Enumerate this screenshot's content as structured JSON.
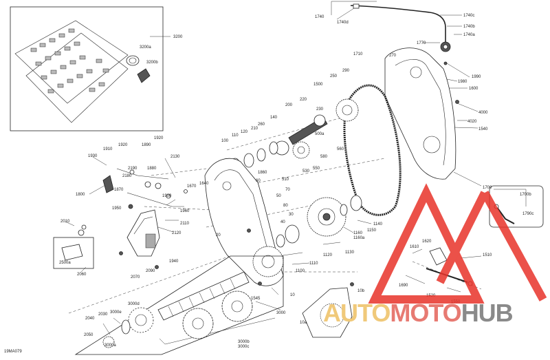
{
  "diagram": {
    "code": "19MA079",
    "callouts": [
      {
        "id": "c3200",
        "text": "3200"
      },
      {
        "id": "c3200a",
        "text": "3200a"
      },
      {
        "id": "c3200b",
        "text": "3200b"
      },
      {
        "id": "c1740",
        "text": "1740"
      },
      {
        "id": "c1740c",
        "text": "1740c"
      },
      {
        "id": "c1740d",
        "text": "1740d"
      },
      {
        "id": "c1740b",
        "text": "1740b"
      },
      {
        "id": "c1740a",
        "text": "1740a"
      },
      {
        "id": "c1770",
        "text": "1770"
      },
      {
        "id": "c1710",
        "text": "1710"
      },
      {
        "id": "c270",
        "text": "270"
      },
      {
        "id": "c1990",
        "text": "1990"
      },
      {
        "id": "c1980",
        "text": "1980"
      },
      {
        "id": "c1600",
        "text": "1600"
      },
      {
        "id": "c290",
        "text": "290"
      },
      {
        "id": "c250",
        "text": "250"
      },
      {
        "id": "c1500",
        "text": "1500"
      },
      {
        "id": "c4000",
        "text": "4000"
      },
      {
        "id": "c4020",
        "text": "4020"
      },
      {
        "id": "c1540",
        "text": "1540"
      },
      {
        "id": "c200",
        "text": "200"
      },
      {
        "id": "c220",
        "text": "220"
      },
      {
        "id": "c230",
        "text": "230"
      },
      {
        "id": "c140",
        "text": "140"
      },
      {
        "id": "c260",
        "text": "260"
      },
      {
        "id": "c210",
        "text": "210"
      },
      {
        "id": "c120",
        "text": "120"
      },
      {
        "id": "c110",
        "text": "110"
      },
      {
        "id": "c100",
        "text": "100"
      },
      {
        "id": "c500a",
        "text": "500a"
      },
      {
        "id": "c560",
        "text": "560"
      },
      {
        "id": "c580",
        "text": "580"
      },
      {
        "id": "c550",
        "text": "550"
      },
      {
        "id": "c530",
        "text": "530"
      },
      {
        "id": "c510",
        "text": "510"
      },
      {
        "id": "c70",
        "text": "70"
      },
      {
        "id": "c1860",
        "text": "1860"
      },
      {
        "id": "c50",
        "text": "50"
      },
      {
        "id": "c60",
        "text": "60"
      },
      {
        "id": "c80",
        "text": "80"
      },
      {
        "id": "c1700",
        "text": "1700"
      },
      {
        "id": "c1700b",
        "text": "1700b"
      },
      {
        "id": "c1790c",
        "text": "1790c"
      },
      {
        "id": "c1920",
        "text": "1920"
      },
      {
        "id": "c1890",
        "text": "1890"
      },
      {
        "id": "c1920b",
        "text": "1920"
      },
      {
        "id": "c1910",
        "text": "1910"
      },
      {
        "id": "c1930",
        "text": "1930"
      },
      {
        "id": "c2130",
        "text": "2130"
      },
      {
        "id": "c2190",
        "text": "2190"
      },
      {
        "id": "c1880",
        "text": "1880"
      },
      {
        "id": "c2180",
        "text": "2180"
      },
      {
        "id": "c1870",
        "text": "1870"
      },
      {
        "id": "c1800",
        "text": "1800"
      },
      {
        "id": "c1670",
        "text": "1670"
      },
      {
        "id": "c1640",
        "text": "1640"
      },
      {
        "id": "c1900",
        "text": "1900"
      },
      {
        "id": "c1950",
        "text": "1950"
      },
      {
        "id": "c1960",
        "text": "1960"
      },
      {
        "id": "c2110",
        "text": "2110"
      },
      {
        "id": "c2120",
        "text": "2120"
      },
      {
        "id": "c2010",
        "text": "2010"
      },
      {
        "id": "c2500a",
        "text": "2500a"
      },
      {
        "id": "c2060",
        "text": "2060"
      },
      {
        "id": "c2090",
        "text": "2090"
      },
      {
        "id": "c1940",
        "text": "1940"
      },
      {
        "id": "c2070",
        "text": "2070"
      },
      {
        "id": "c20",
        "text": "20"
      },
      {
        "id": "c30",
        "text": "30"
      },
      {
        "id": "c40",
        "text": "40"
      },
      {
        "id": "c1100",
        "text": "1100"
      },
      {
        "id": "c1110",
        "text": "1110"
      },
      {
        "id": "c1120",
        "text": "1120"
      },
      {
        "id": "c1130",
        "text": "1130"
      },
      {
        "id": "c1160",
        "text": "1160"
      },
      {
        "id": "c1160a",
        "text": "1160a"
      },
      {
        "id": "c1150",
        "text": "1150"
      },
      {
        "id": "c1140",
        "text": "1140"
      },
      {
        "id": "c1610",
        "text": "1610"
      },
      {
        "id": "c1620",
        "text": "1620"
      },
      {
        "id": "c1510",
        "text": "1510"
      },
      {
        "id": "c1690",
        "text": "1690"
      },
      {
        "id": "c1520",
        "text": "1520"
      },
      {
        "id": "c1550",
        "text": "1550"
      },
      {
        "id": "c1545",
        "text": "1545"
      },
      {
        "id": "c10",
        "text": "10"
      },
      {
        "id": "c10a",
        "text": "10a"
      },
      {
        "id": "c10b",
        "text": "10b"
      },
      {
        "id": "c3000",
        "text": "3000"
      },
      {
        "id": "c3000d",
        "text": "3000d"
      },
      {
        "id": "c3000e",
        "text": "3000e"
      },
      {
        "id": "c3000b",
        "text": "3000b"
      },
      {
        "id": "c3000c",
        "text": "3000c"
      },
      {
        "id": "c2040",
        "text": "2040"
      },
      {
        "id": "c2030",
        "text": "2030"
      },
      {
        "id": "c2050",
        "text": "2050"
      },
      {
        "id": "c3000a",
        "text": "3000a"
      }
    ]
  },
  "watermark": {
    "part1": "AUTO",
    "part2": "MOTO",
    "part3": "HUB",
    "color_part1": "#f0c97a",
    "color_part2": "#e77a72",
    "color_part3": "#8a8a8a",
    "logo_color": "#e8332a"
  }
}
